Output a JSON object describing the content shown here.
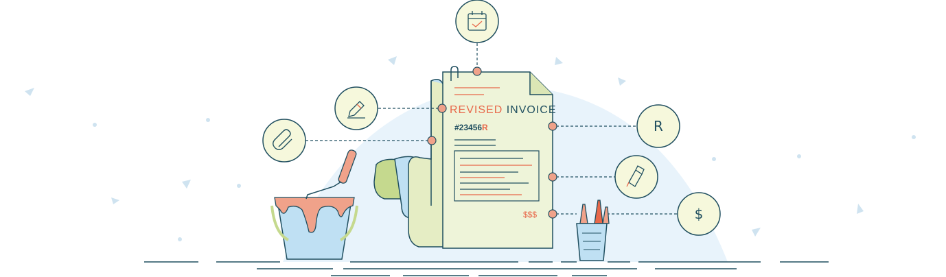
{
  "invoice": {
    "title_prefix": "REVISED",
    "title_suffix": " INVOICE",
    "number_prefix": "#23456",
    "number_suffix": "R",
    "amount": "$$$"
  },
  "badges": {
    "currency_r": "R",
    "currency_dollar": "$"
  },
  "icons": [
    "calendar-check-icon",
    "pencil-icon",
    "paperclip-icon",
    "highlighter-icon"
  ],
  "colors": {
    "accent": "#e8684a",
    "dark": "#1f4e5f",
    "paper": "#eef4d9",
    "badge_fill": "#f6f8dc",
    "connector": "#f0a28a",
    "sky": "#e8f3fb",
    "blue": "#bfe0f3",
    "green": "#c5d98e"
  }
}
